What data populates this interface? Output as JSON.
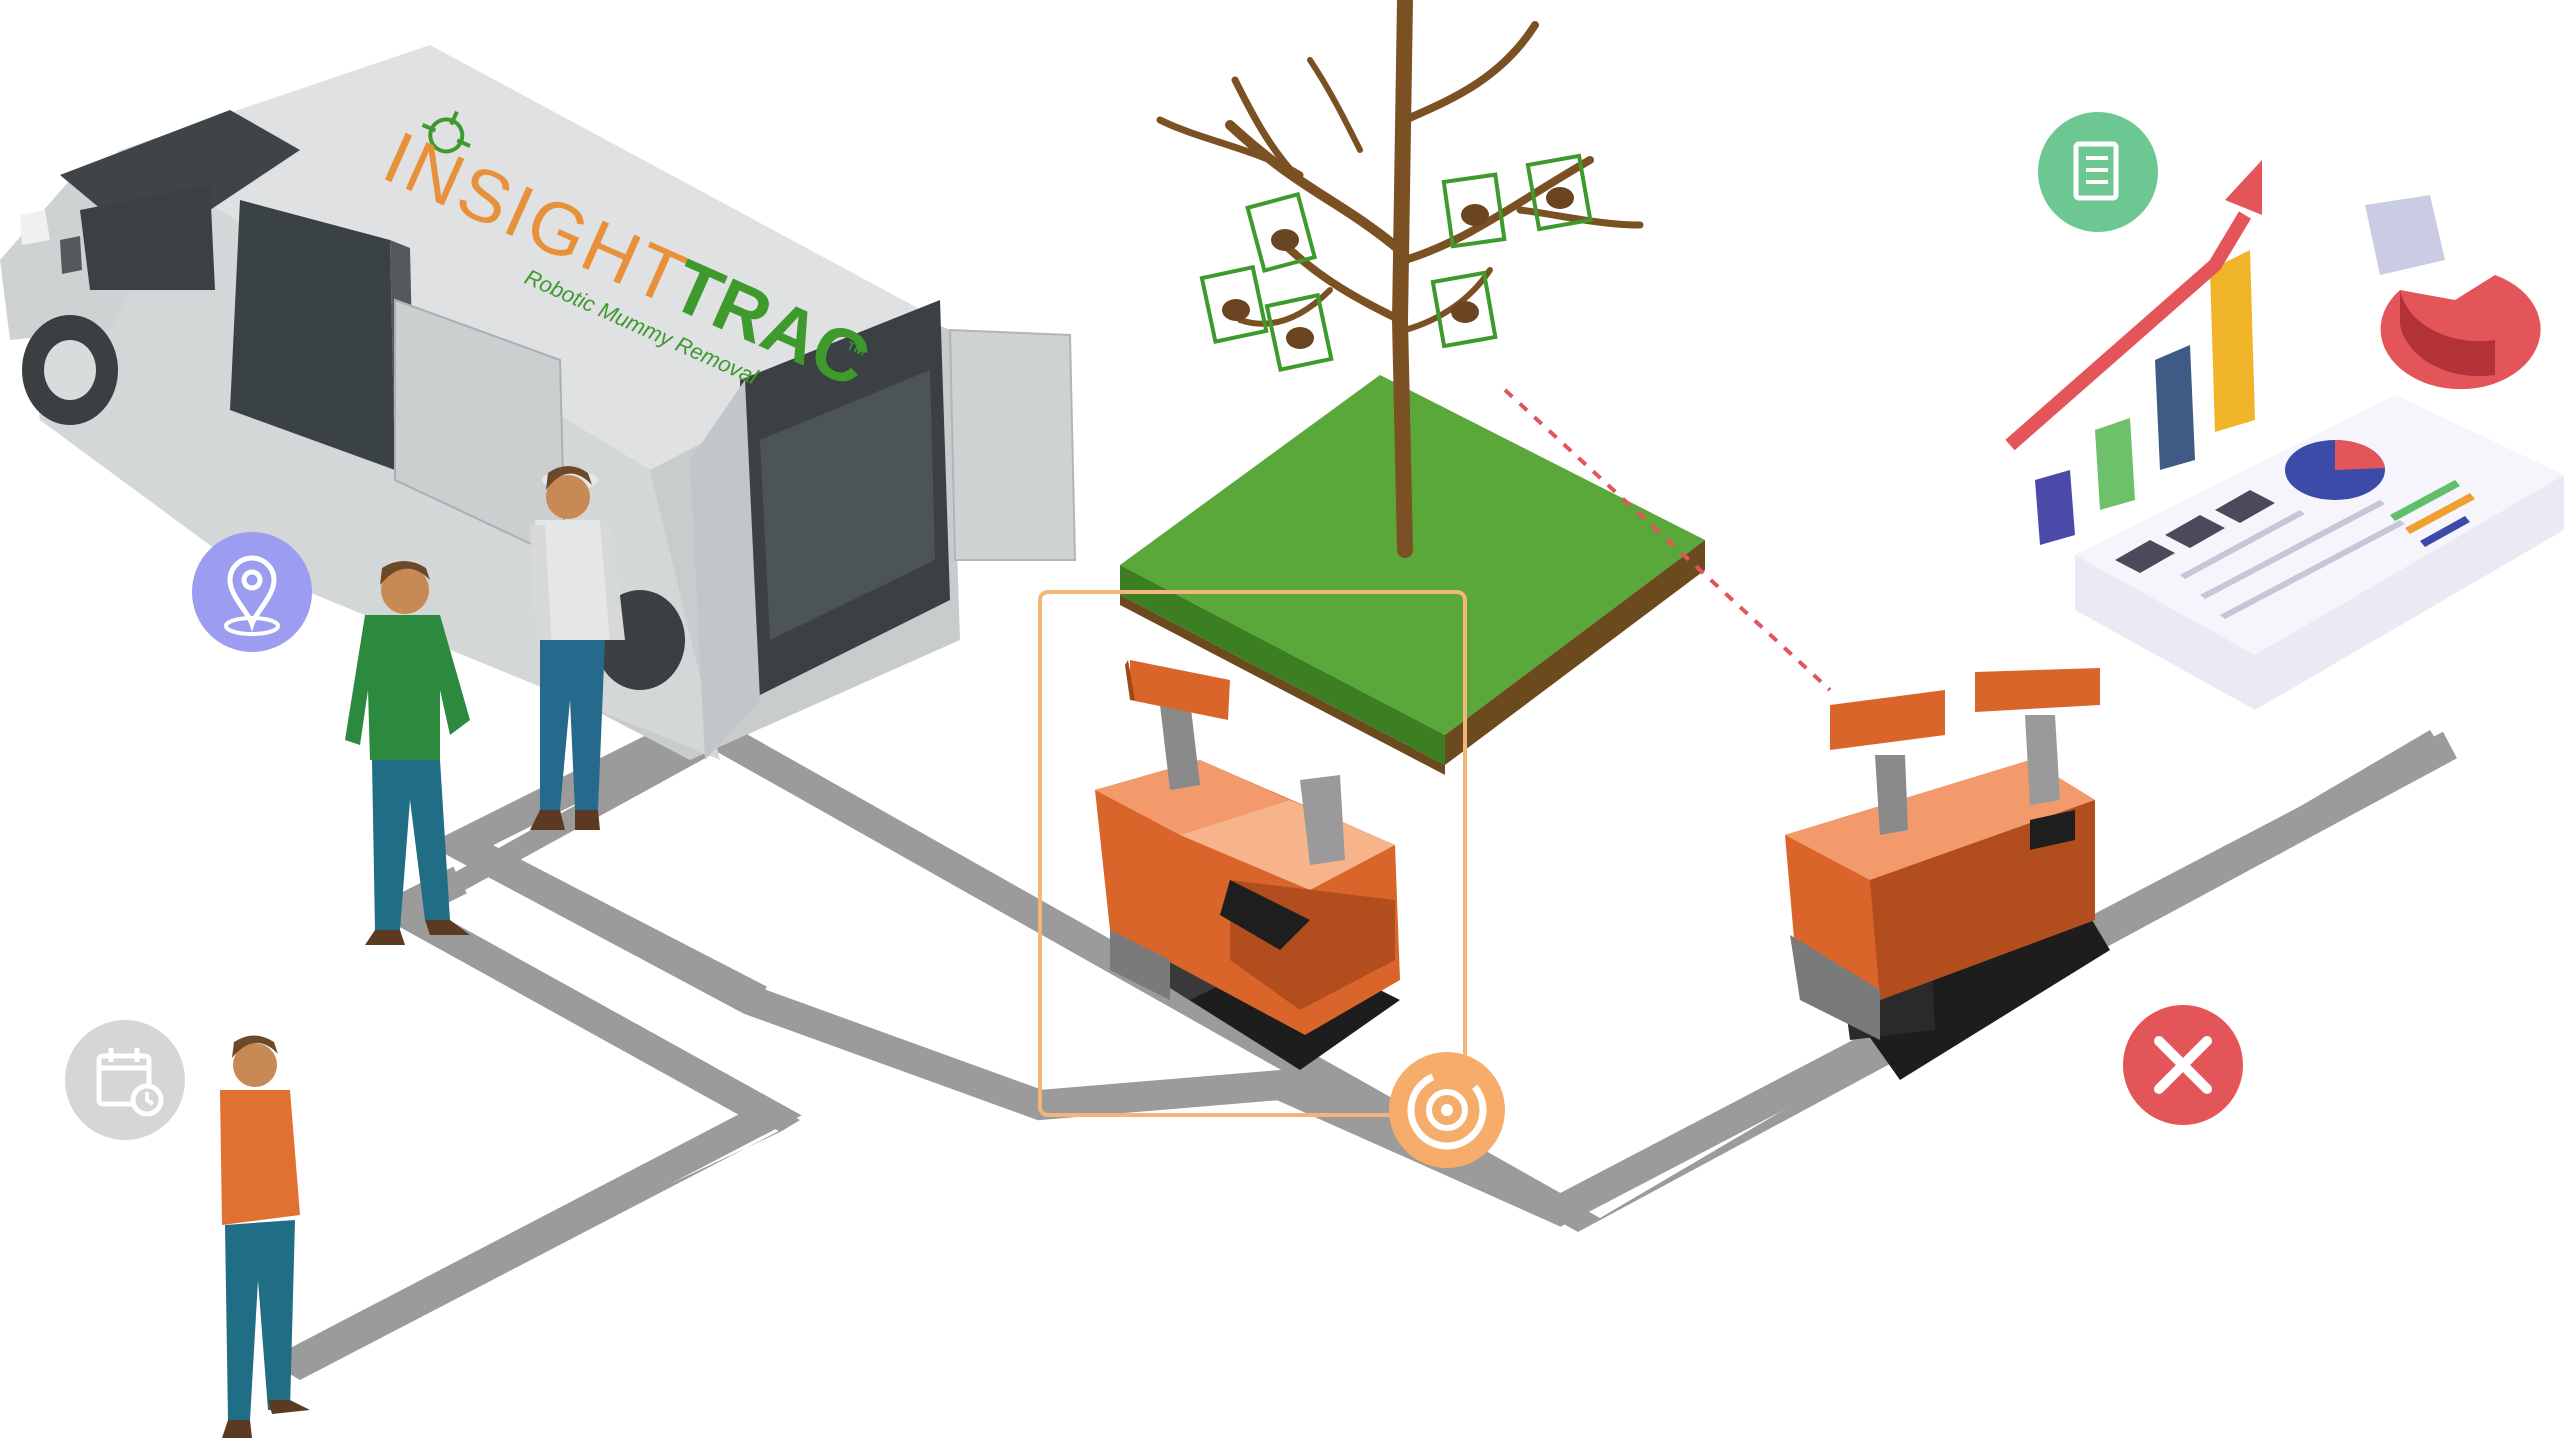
{
  "logo": {
    "insight": "INSIGHT",
    "trac": "TRAC",
    "tm": "™",
    "tagline": "Robotic Mummy Removal"
  },
  "colors": {
    "insight_orange": "#e8903a",
    "trac_green": "#3f9a2d",
    "path_gray": "#9b9b9b",
    "robot_orange": "#e07130",
    "grass_green": "#4e9a2a",
    "detect_box": "#f2b57a",
    "error_red": "#e4555a",
    "location_purple": "#9c9cf0",
    "report_green": "#6cc792"
  },
  "icons": [
    "location-pin-icon",
    "calendar-icon",
    "report-document-icon",
    "target-icon",
    "close-icon",
    "pie-chart-icon",
    "bar-chart-icon"
  ]
}
